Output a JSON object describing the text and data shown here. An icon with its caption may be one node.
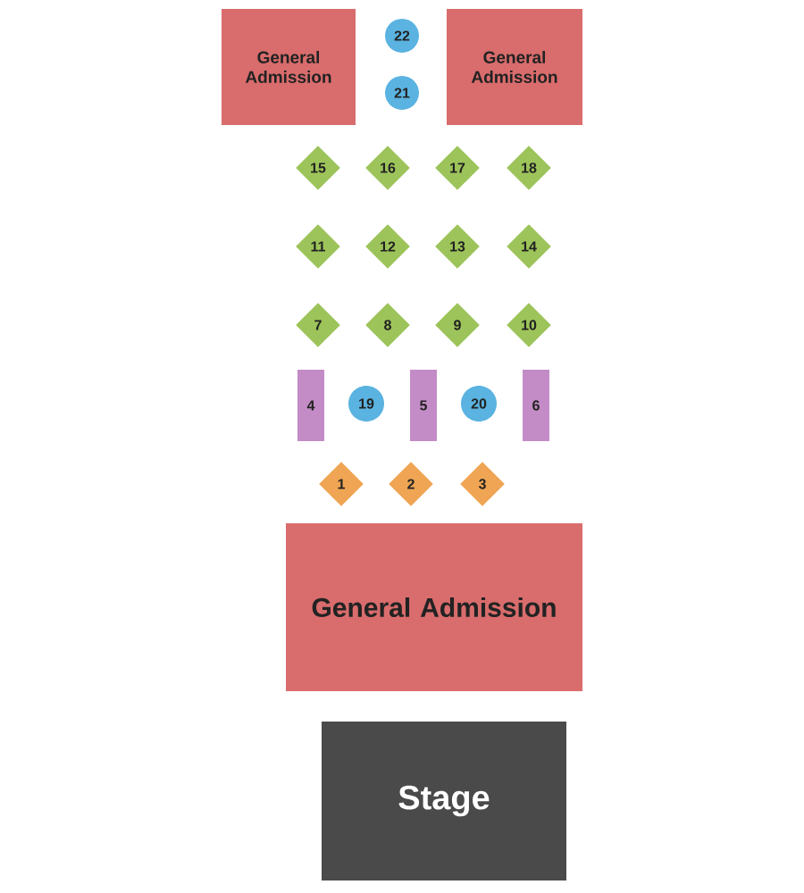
{
  "diagram": {
    "nodes": [
      {
        "text": [
          "General Admission"
        ]
      },
      {
        "text": [
          "22"
        ]
      },
      {
        "text": [
          "General Admission"
        ]
      },
      {
        "text": [
          "21"
        ]
      },
      {
        "text": [
          "15"
        ]
      },
      {
        "text": [
          "16"
        ]
      },
      {
        "text": [
          "17"
        ]
      },
      {
        "text": [
          "18"
        ]
      },
      {
        "text": [
          "11"
        ]
      },
      {
        "text": [
          "12"
        ]
      },
      {
        "text": [
          "13"
        ]
      },
      {
        "text": [
          "14"
        ]
      },
      {
        "text": [
          "7"
        ]
      },
      {
        "text": [
          "8"
        ]
      },
      {
        "text": [
          "9"
        ]
      },
      {
        "text": [
          "10"
        ]
      },
      {
        "text": [
          "4"
        ]
      },
      {
        "text": [
          "19"
        ]
      },
      {
        "text": [
          "5"
        ]
      },
      {
        "text": [
          "20"
        ]
      },
      {
        "text": [
          "6"
        ]
      },
      {
        "text": [
          "1"
        ]
      },
      {
        "text": [
          "2"
        ]
      },
      {
        "text": [
          "3"
        ]
      },
      {
        "text": [
          "General Admission"
        ]
      },
      {
        "text": [
          "Stage"
        ]
      }
    ]
  }
}
